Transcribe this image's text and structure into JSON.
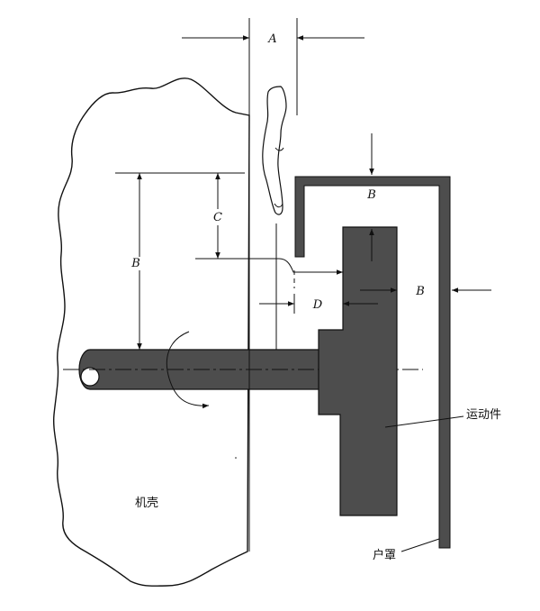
{
  "labels": {
    "A": "A",
    "B_top": "B",
    "B_left": "B",
    "B_right": "B",
    "C": "C",
    "D": "D"
  },
  "annotations": {
    "moving_part": "运动件",
    "housing": "机壳",
    "guard": "户罩"
  },
  "colors": {
    "dark_fill": "#4d4d4d",
    "line": "#111111"
  }
}
